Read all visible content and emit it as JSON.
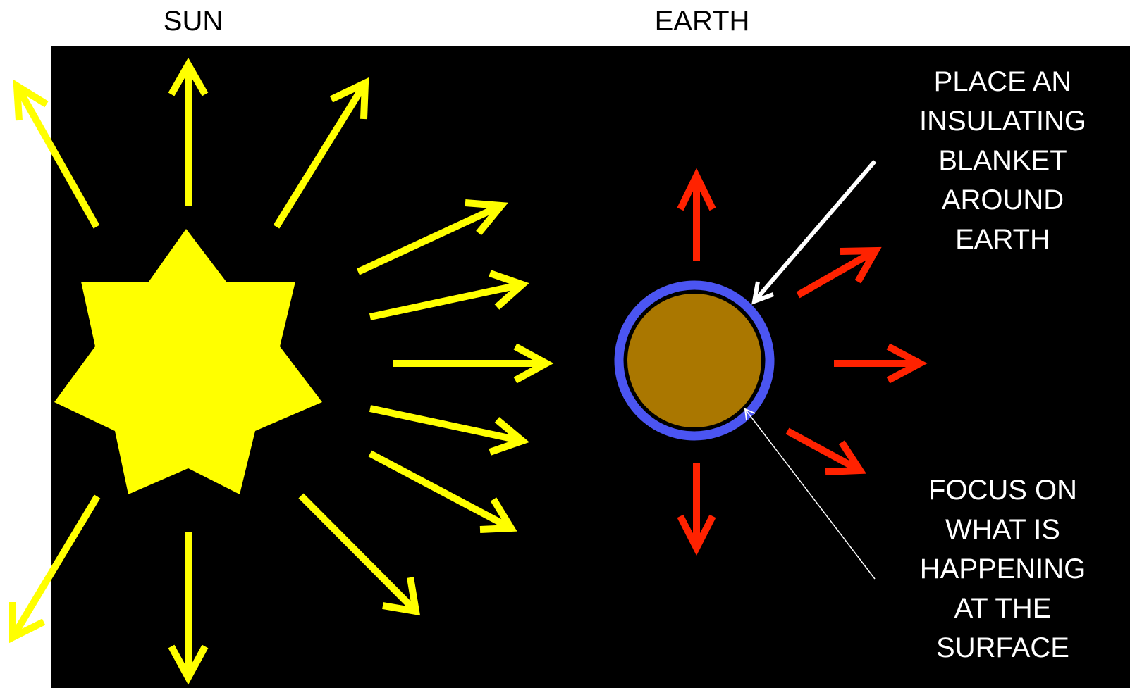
{
  "labels": {
    "sun": "SUN",
    "earth": "EARTH"
  },
  "callouts": {
    "blanket": [
      "PLACE AN",
      "INSULATING",
      "BLANKET",
      "AROUND",
      "EARTH"
    ],
    "surface": [
      "FOCUS ON",
      "WHAT IS",
      "HAPPENING",
      "AT THE",
      "SURFACE"
    ]
  },
  "colors": {
    "background": "#000000",
    "sun": "#FFFF00",
    "sun_rays": "#FFFF00",
    "earth_surface": "#AA7700",
    "atmosphere_blanket": "#4B55F2",
    "emitted_rays": "#FF2200",
    "pointer": "#FFFFFF",
    "callout_text": "#FFFFFF"
  }
}
